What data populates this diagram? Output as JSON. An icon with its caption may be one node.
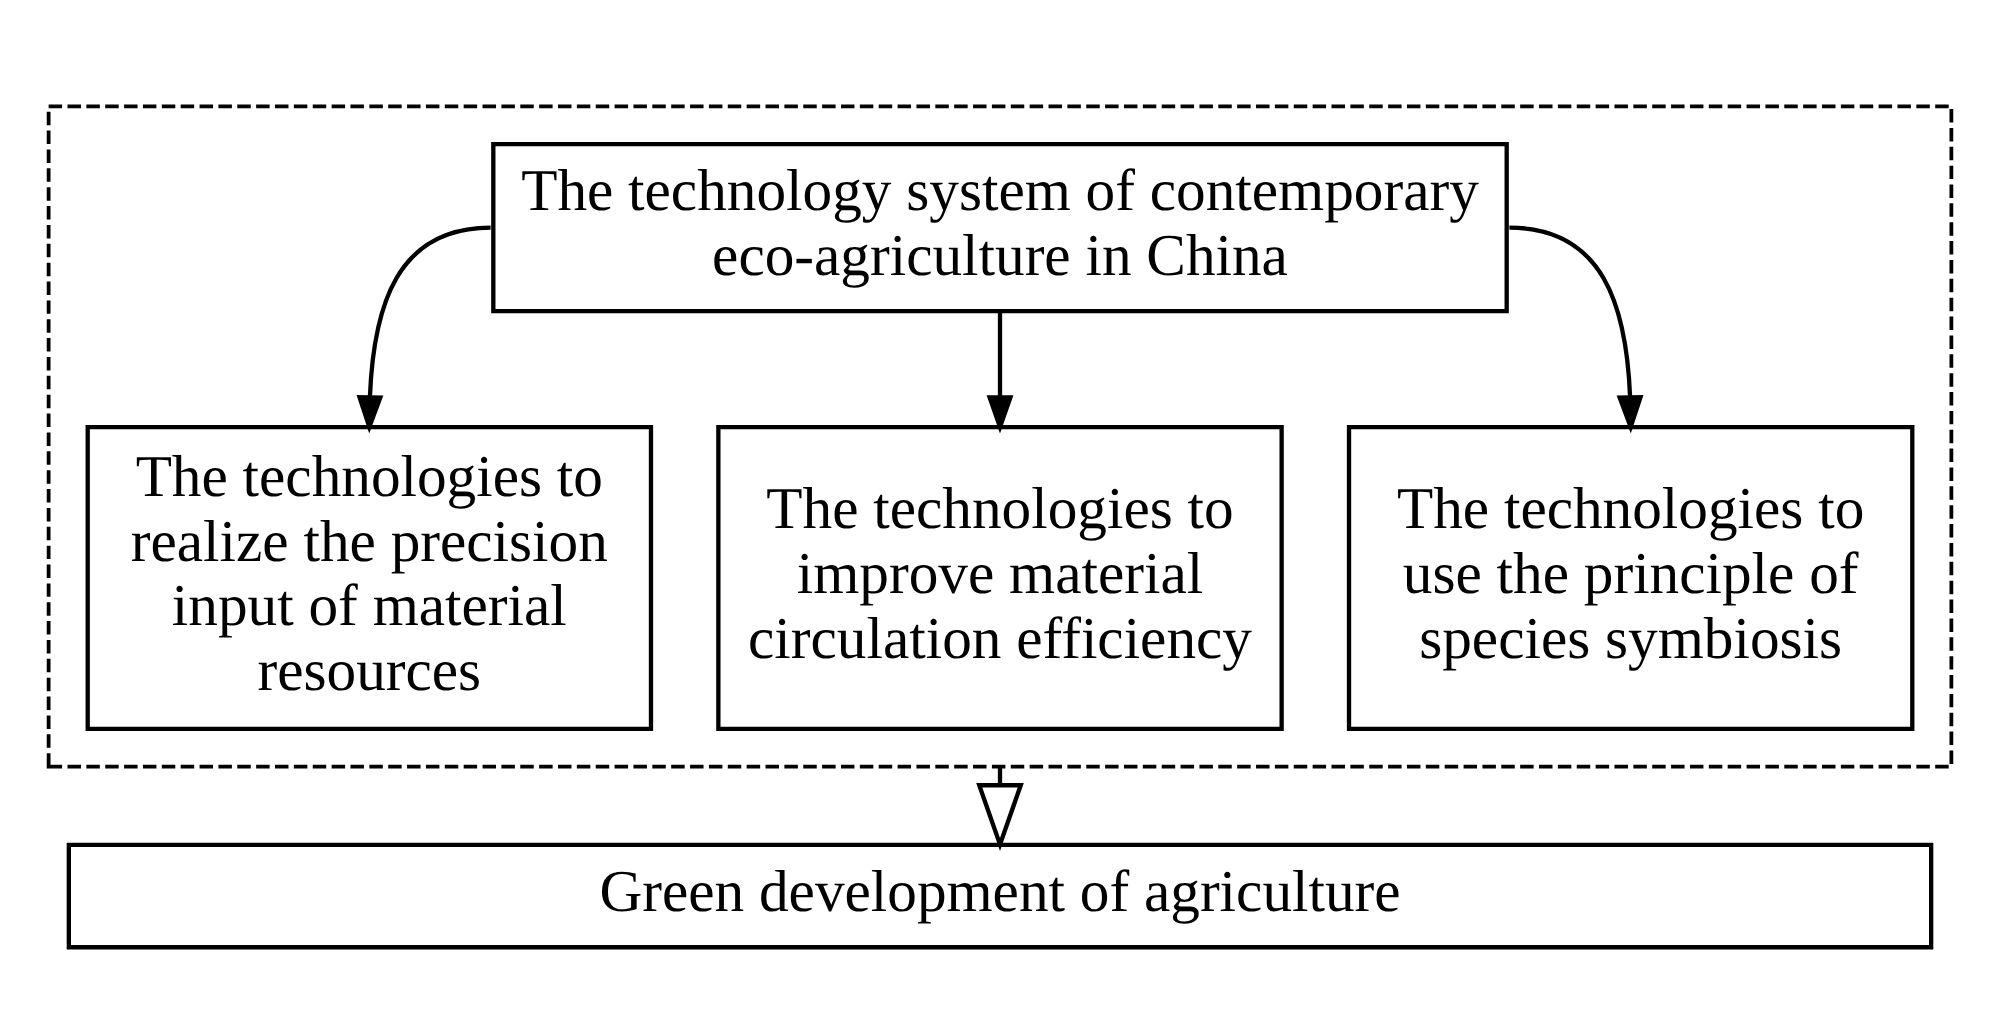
{
  "diagram": {
    "nodes": [
      {
        "text": [],
        "shape": "box"
      },
      {
        "text": [
          "The technology system of contemporary eco-agriculture in China"
        ],
        "in": 0
      },
      {
        "text": [
          "The technologies to realize the precision input of material resources"
        ],
        "in": 0
      },
      {
        "text": [
          "The technologies to improve material circulation efficiency"
        ],
        "in": 0
      },
      {
        "text": [
          "The technologies to use the principle of species symbiosis"
        ],
        "in": 0
      },
      {
        "text": [
          "Green development of agriculture"
        ]
      }
    ],
    "edges": [
      {
        "from": 1,
        "to": 2,
        "arrow": "to"
      },
      {
        "from": 1,
        "to": 3,
        "arrow": "to"
      },
      {
        "from": 1,
        "to": 4,
        "arrow": "to"
      },
      {
        "from": 0,
        "to": 5,
        "arrow": "to"
      }
    ]
  }
}
